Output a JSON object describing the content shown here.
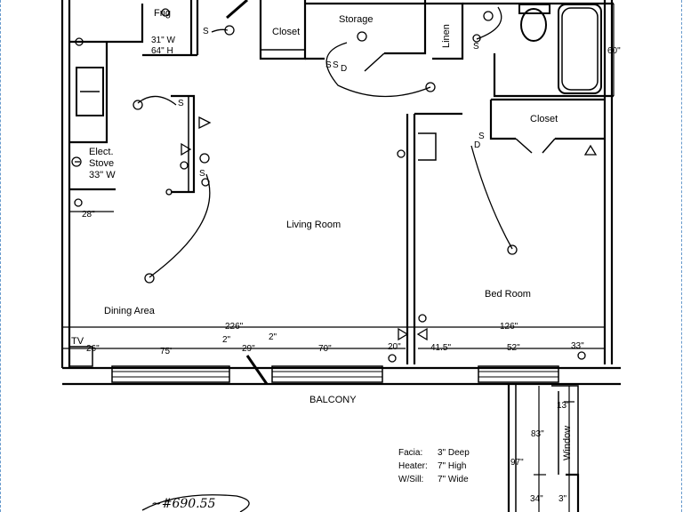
{
  "labels": {
    "frig": "Frig",
    "frig_w": "31\" W",
    "frig_h": "64\" H",
    "closet_top": "Closet",
    "storage": "Storage",
    "linen": "Linen",
    "elect": "Elect.",
    "stove": "Stove",
    "stove_w": "33\" W",
    "closet_bed": "Closet",
    "living_room": "Living Room",
    "dining_area": "Dining Area",
    "bed_room": "Bed Room",
    "balcony": "BALCONY",
    "tv": "TV",
    "window": "Window",
    "switch": "S",
    "door": "D"
  },
  "dimensions": {
    "d60": "60\"",
    "d28_kitchen": "28\"",
    "d226": "226\"",
    "d126": "126\"",
    "d26": "26\"",
    "d75": "75'",
    "d2a": "2\"",
    "d29": "29\"",
    "d2b": "2\"",
    "d70": "70\"",
    "d20": "20\"",
    "d41_5": "41.5\"",
    "d52": "52\"",
    "d33": "33\"",
    "d13": "13\"",
    "d83": "83\"",
    "d97": "97\"",
    "d34": "34\"",
    "d3": "3\""
  },
  "notes": [
    {
      "key": "Facia:",
      "value": "3\" Deep"
    },
    {
      "key": "Heater:",
      "value": "7\" High"
    },
    {
      "key": "W/Sill:",
      "value": "7\" Wide"
    }
  ],
  "handwriting": "~#690.55"
}
